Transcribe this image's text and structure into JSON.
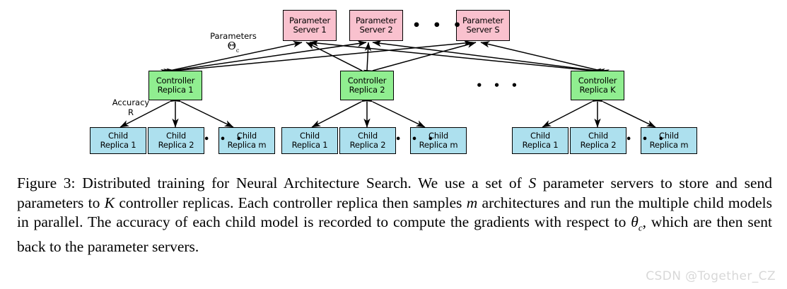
{
  "figure": {
    "servers": [
      {
        "line1": "Parameter",
        "line2": "Server 1"
      },
      {
        "line1": "Parameter",
        "line2": "Server 2"
      },
      {
        "line1": "Parameter",
        "line2": "Server S"
      }
    ],
    "controllers": [
      {
        "line1": "Controller",
        "line2": "Replica 1"
      },
      {
        "line1": "Controller",
        "line2": "Replica 2"
      },
      {
        "line1": "Controller",
        "line2": "Replica K"
      }
    ],
    "children": [
      {
        "line1": "Child",
        "line2": "Replica 1"
      },
      {
        "line1": "Child",
        "line2": "Replica 2"
      },
      {
        "line1": "Child",
        "line2": "Replica m"
      },
      {
        "line1": "Child",
        "line2": "Replica 1"
      },
      {
        "line1": "Child",
        "line2": "Replica 2"
      },
      {
        "line1": "Child",
        "line2": "Replica m"
      },
      {
        "line1": "Child",
        "line2": "Replica 1"
      },
      {
        "line1": "Child",
        "line2": "Replica 2"
      },
      {
        "line1": "Child",
        "line2": "Replica m"
      }
    ],
    "ellipses": {
      "servers": "• • •",
      "controllers": "• • •",
      "children_group_1": "• • •",
      "children_group_2": "• • •",
      "children_group_3": "• • •"
    },
    "labels": {
      "parameters_text": "Parameters",
      "parameters_symbol": "Θ",
      "parameters_subscript": "c",
      "accuracy_text": "Accuracy",
      "accuracy_symbol": "R"
    },
    "colors": {
      "server_fill": "#f9c1ce",
      "controller_fill": "#90ee90",
      "child_fill": "#ade0ee",
      "border": "#000000",
      "arrow": "#000000"
    }
  },
  "caption": {
    "prefix": "Figure 3:",
    "p1": " Distributed training for Neural Architecture Search. We use a set of ",
    "m1": "S",
    "p2": " parameter servers to store and send parameters to ",
    "m2": "K",
    "p3": " controller replicas. Each controller replica then samples ",
    "m3": "m",
    "p4": " architectures and run the multiple child models in parallel. The accuracy of each child model is recorded to compute the gradients with respect to ",
    "m4": "θ",
    "m4sub": "c",
    "p5": ", which are then sent back to the parameter servers.",
    "full_text": "Figure 3: Distributed training for Neural Architecture Search. We use a set of S parameter servers to store and send parameters to K controller replicas. Each controller replica then samples m architectures and run the multiple child models in parallel. The accuracy of each child model is recorded to compute the gradients with respect to θc, which are then sent back to the parameter servers."
  },
  "watermark": {
    "text": "CSDN @Together_CZ"
  }
}
